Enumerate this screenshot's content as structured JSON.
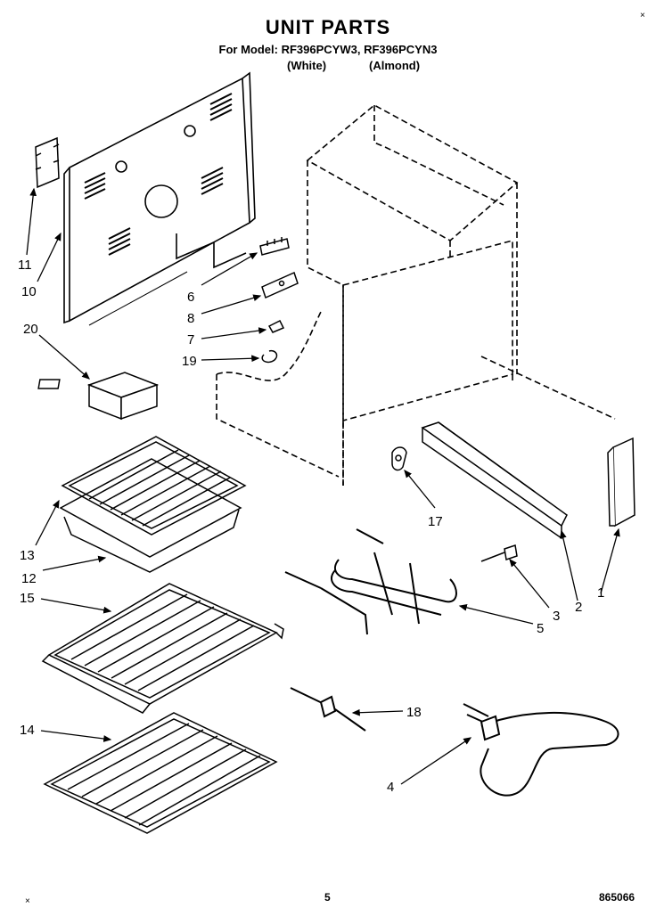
{
  "header": {
    "title": "UNIT PARTS",
    "models": "For Model: RF396PCYW3, RF396PCYN3",
    "color_white": "(White)",
    "color_almond": "(Almond)"
  },
  "callouts": {
    "c1": "1",
    "c2": "2",
    "c3": "3",
    "c4": "4",
    "c5": "5",
    "c6": "6",
    "c7": "7",
    "c8": "8",
    "c10": "10",
    "c11": "11",
    "c12": "12",
    "c13": "13",
    "c14": "14",
    "c15": "15",
    "c17": "17",
    "c18": "18",
    "c19": "19",
    "c20": "20"
  },
  "footer": {
    "page_number": "5",
    "doc_code": "865066",
    "corner_mark_top": "×",
    "corner_mark_bottom": "×"
  }
}
